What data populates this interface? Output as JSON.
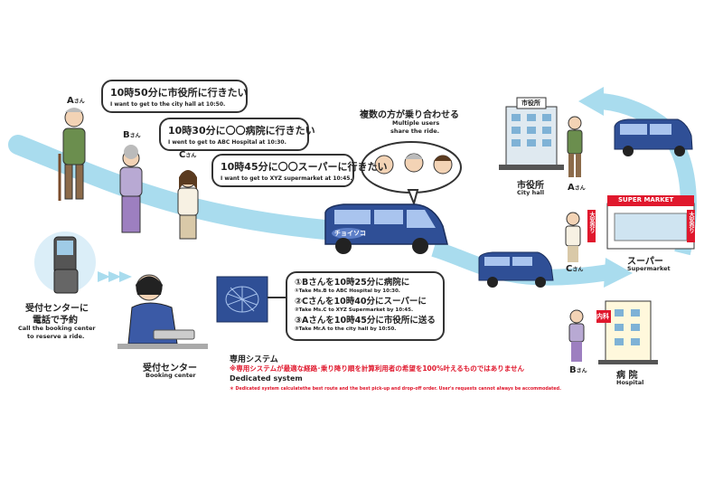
{
  "persons": {
    "a_label": "A",
    "b_label": "B",
    "c_label": "C",
    "san": "さん"
  },
  "bubbles": [
    {
      "jp": "10時50分に市役所に行きたい",
      "en": "I want to get to the city hall at 10:50."
    },
    {
      "jp": "10時30分に〇〇病院に行きたい",
      "en": "I went to get to ABC Hospital at 10:30."
    },
    {
      "jp": "10時45分に〇〇スーパーに行きたい",
      "en": "I want to get to XYZ supermarket at 10:45."
    }
  ],
  "rideshare": {
    "jp": "複数の方が乗り合わせる",
    "en_line1": "Multiple users",
    "en_line2": "share the ride."
  },
  "booking": {
    "phone_jp_line1": "受付センターに",
    "phone_jp_line2": "電話で予約",
    "phone_en_line1": "Call the booking center",
    "phone_en_line2": "to reserve a ride.",
    "center_jp": "受付センター",
    "center_en": "Booking center"
  },
  "plan": [
    {
      "jp": "①Bさんを10時25分に病院に",
      "en": "①Take Ms.B to ABC Hospital by 10:30."
    },
    {
      "jp": "②Cさんを10時40分にスーパーに",
      "en": "②Take Ms.C to XYZ Supermarket by 10:45."
    },
    {
      "jp": "③Aさんを10時45分に市役所に送る",
      "en": "③Take Mr.A to the city hall by 10:50."
    }
  ],
  "system": {
    "jp_title": "専用システム",
    "jp_note": "※専用システムが最適な経路･乗り降り順を計算利用者の希望を100%叶えるものではありません",
    "en_title": "Dedicated system",
    "en_note": "＊ Dedicated system calculatethe best route and the best pick-up and drop-off order. User's requests cannot always be accommodated."
  },
  "places": {
    "city_hall_sign": "市役所",
    "city_hall_jp": "市役所",
    "city_hall_en": "City hall",
    "super_sign": "SUPER MARKET",
    "super_jp": "スーパー",
    "super_en": "Supermarket",
    "hospital_sign": "内科",
    "hospital_jp": "病 院",
    "hospital_en": "Hospital",
    "flag_text": "大安売り",
    "van_logo": "チョイソコ"
  },
  "colors": {
    "arrow": "#a9dcee",
    "van": "#2f4f96",
    "van_light": "#5d7fc8",
    "accent_red": "#e0182d"
  }
}
